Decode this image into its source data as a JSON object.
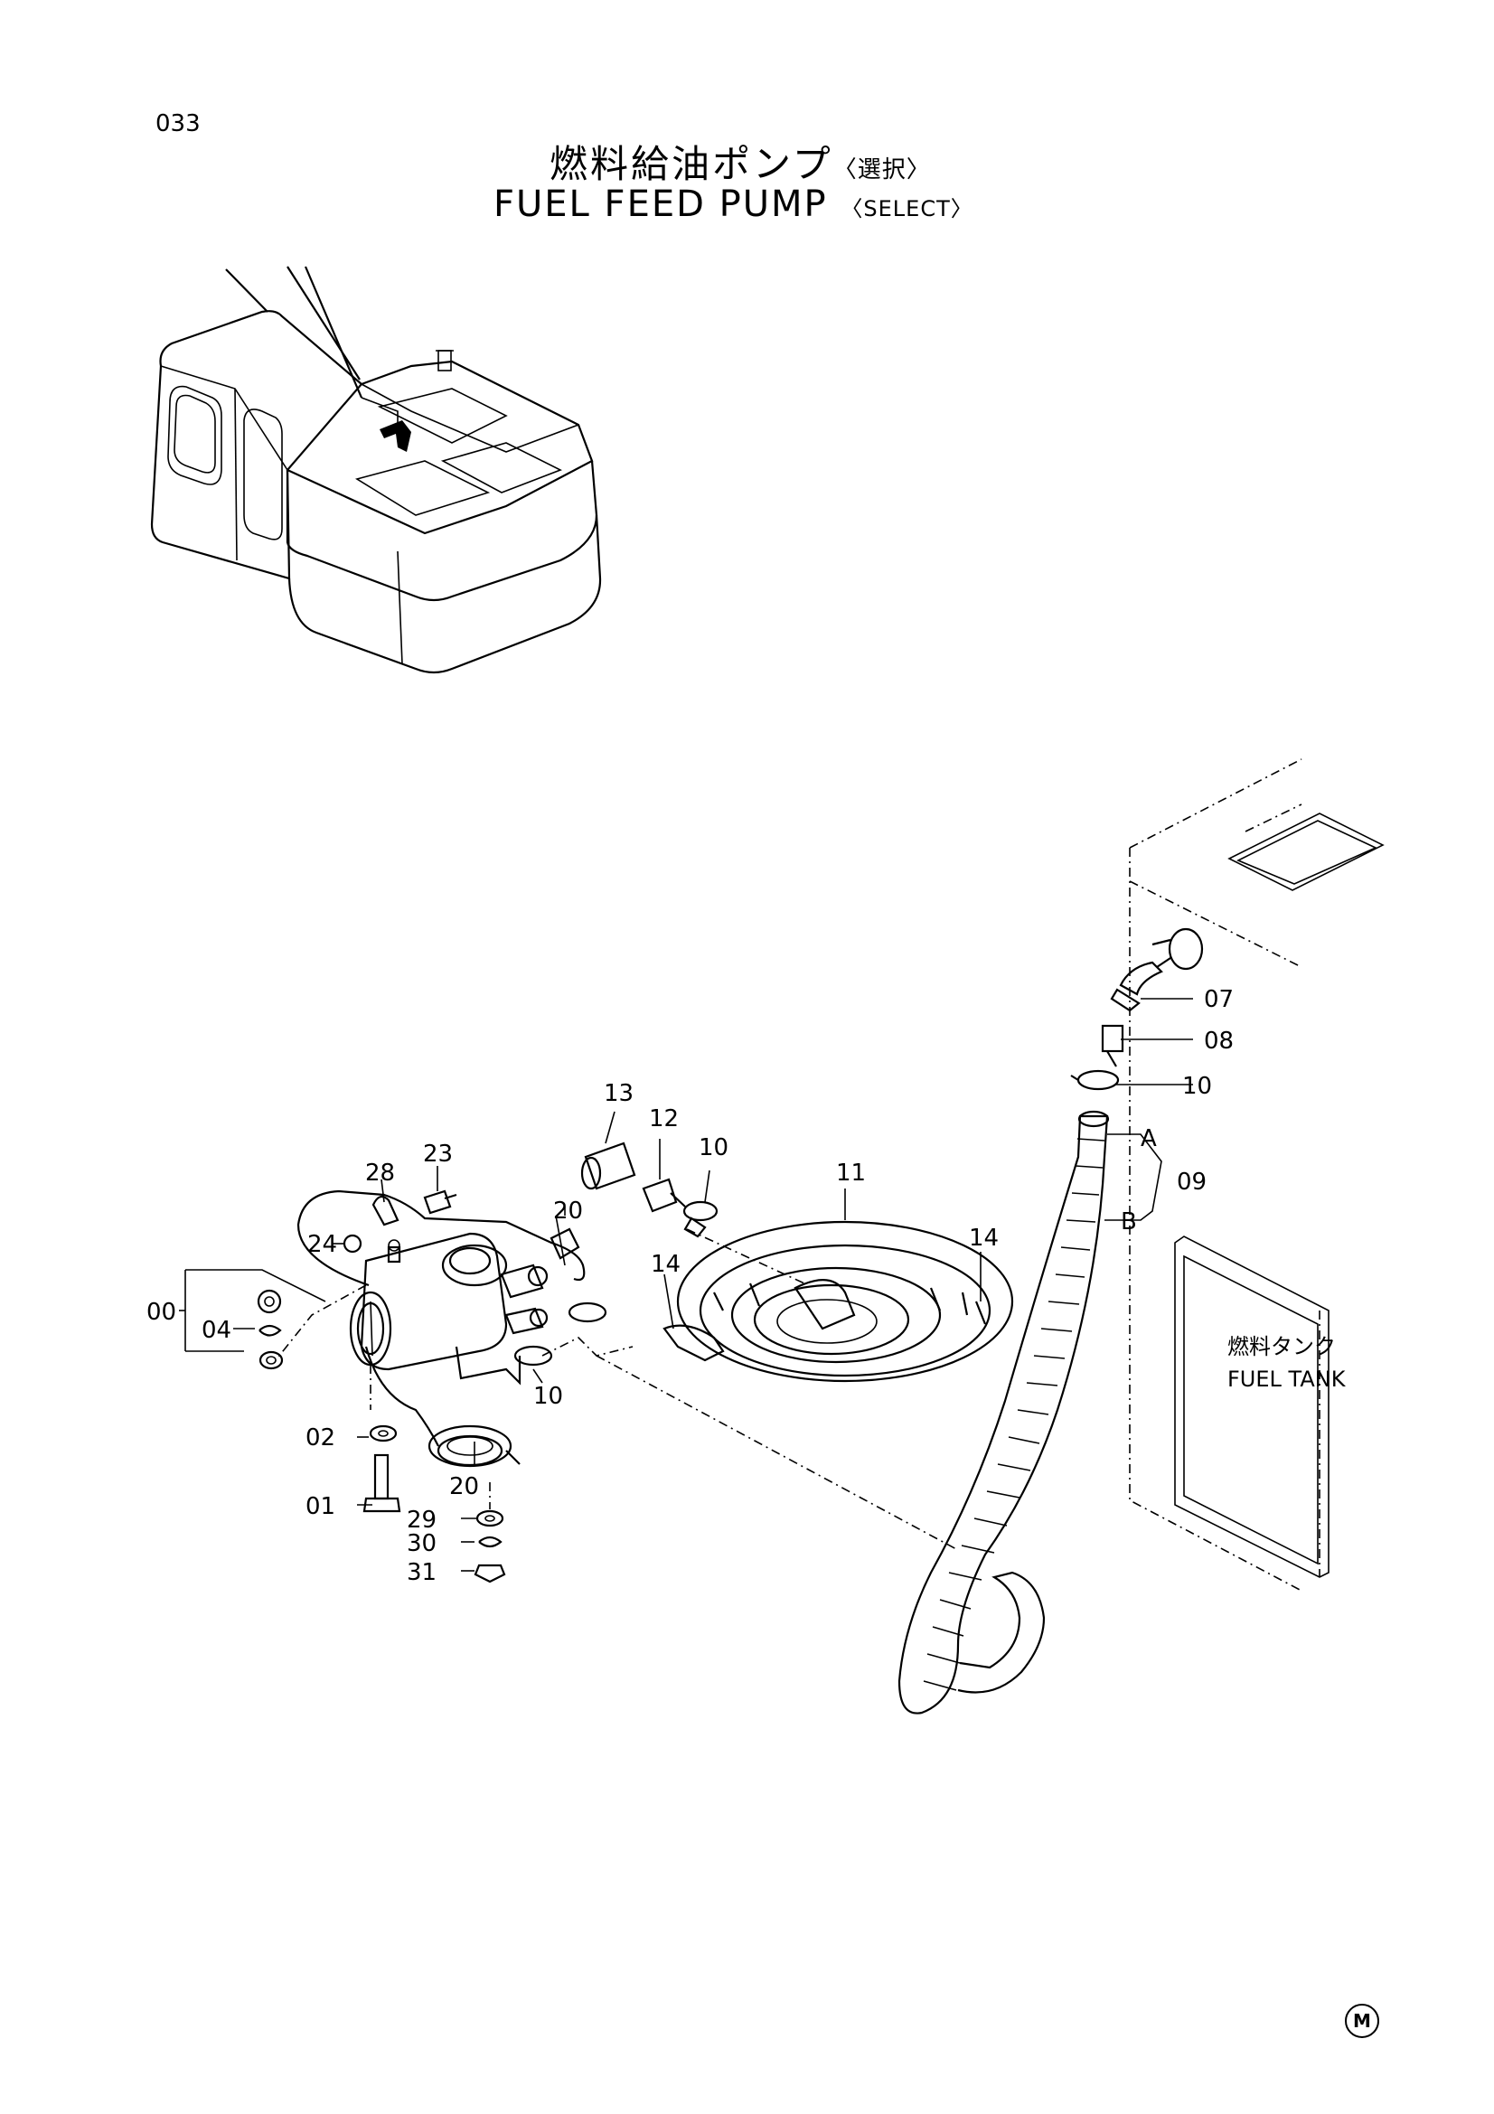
{
  "page_number": "033",
  "title_jp": "燃料給油ポンプ",
  "title_jp_suffix": "〈選択〉",
  "title_en": "FUEL FEED PUMP",
  "title_en_suffix": "〈SELECT〉",
  "tank_label_jp": "燃料タンク",
  "tank_label_en": "FUEL TANK",
  "corner_mark": "M",
  "callouts": [
    {
      "id": "c00",
      "text": "00"
    },
    {
      "id": "c01",
      "text": "01"
    },
    {
      "id": "c02",
      "text": "02"
    },
    {
      "id": "c04",
      "text": "04"
    },
    {
      "id": "c07",
      "text": "07"
    },
    {
      "id": "c08",
      "text": "08"
    },
    {
      "id": "c09",
      "text": "09"
    },
    {
      "id": "c10a",
      "text": "10"
    },
    {
      "id": "c10b",
      "text": "10"
    },
    {
      "id": "c10c",
      "text": "10"
    },
    {
      "id": "c11",
      "text": "11"
    },
    {
      "id": "c12",
      "text": "12"
    },
    {
      "id": "c13",
      "text": "13"
    },
    {
      "id": "c14a",
      "text": "14"
    },
    {
      "id": "c14b",
      "text": "14"
    },
    {
      "id": "c20a",
      "text": "20"
    },
    {
      "id": "c20b",
      "text": "20"
    },
    {
      "id": "c23",
      "text": "23"
    },
    {
      "id": "c24",
      "text": "24"
    },
    {
      "id": "c28",
      "text": "28"
    },
    {
      "id": "c29",
      "text": "29"
    },
    {
      "id": "c30",
      "text": "30"
    },
    {
      "id": "c31",
      "text": "31"
    },
    {
      "id": "cA",
      "text": "A"
    },
    {
      "id": "cB",
      "text": "B"
    }
  ]
}
